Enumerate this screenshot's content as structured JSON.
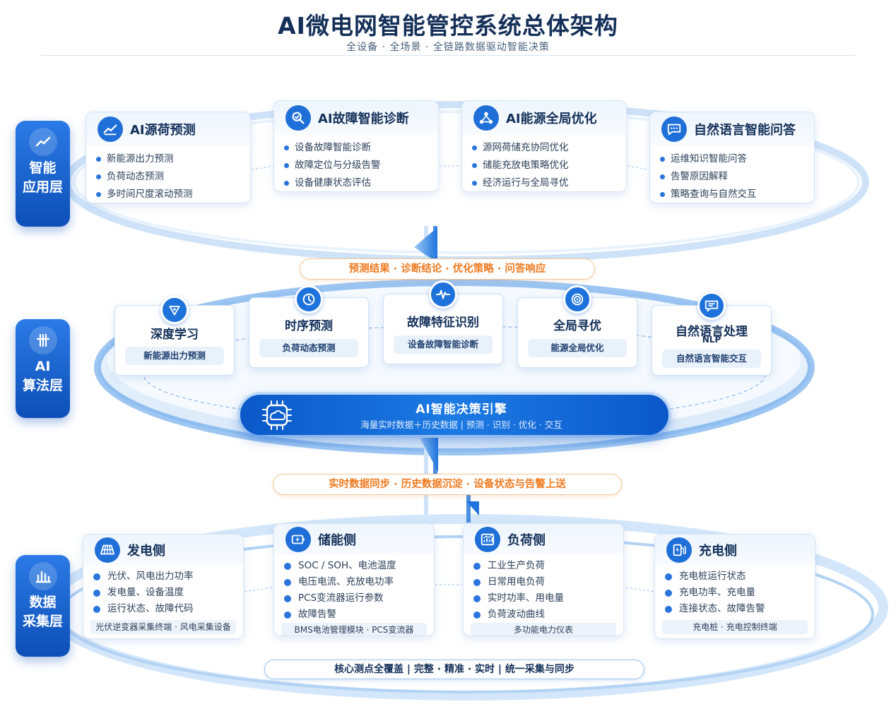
{
  "title": "AI微电网智能管控系统总体架构",
  "subtitle": "全设备 · 全场景 · 全链路数据驱动智能决策",
  "colors": {
    "primary": "#1f6fd8",
    "dark_blue": "#0d4fb7",
    "accent_orange": "#ee7a1f",
    "text_dark": "#14315a"
  },
  "layers": {
    "application": {
      "name": [
        "智能",
        "应用层"
      ],
      "icon": "trend-chart-icon"
    },
    "algorithm": {
      "name": [
        "AI",
        "算法层"
      ],
      "icon": "hash-grid-icon"
    },
    "data": {
      "name": [
        "数据",
        "采集层"
      ],
      "icon": "bar-chart-icon"
    }
  },
  "app_cards": [
    {
      "title": "AI源荷预测",
      "icon": "trend-chart-icon",
      "items": [
        "新能源出力预测",
        "负荷动态预测",
        "多时间尺度滚动预测"
      ]
    },
    {
      "title": "AI故障智能诊断",
      "icon": "magnifier-check-icon",
      "items": [
        "设备故障智能诊断",
        "故障定位与分级告警",
        "设备健康状态评估"
      ]
    },
    {
      "title": "AI能源全局优化",
      "icon": "network-nodes-icon",
      "items": [
        "源网荷储充协同优化",
        "储能充放电策略优化",
        "经济运行与全局寻优"
      ]
    },
    {
      "title": "自然语言智能问答",
      "icon": "chat-bubble-icon",
      "items": [
        "运维知识智能问答",
        "告警原因解释",
        "策略查询与自然交互"
      ]
    }
  ],
  "upper_banner": "预测结果 · 诊断结论 · 优化策略 · 问答响应",
  "algo_cards": [
    {
      "title": "深度学习",
      "sub": "",
      "pill": "新能源出力预测",
      "icon": "neural-triangle-icon"
    },
    {
      "title": "时序预测",
      "sub": "",
      "pill": "负荷动态预测",
      "icon": "clock-icon"
    },
    {
      "title": "故障特征识别",
      "sub": "",
      "pill": "设备故障智能诊断",
      "icon": "waveform-icon"
    },
    {
      "title": "全局寻优",
      "sub": "",
      "pill": "能源全局优化",
      "icon": "target-icon"
    },
    {
      "title": "自然语言处理",
      "sub": "NLP",
      "pill": "自然语言智能交互",
      "icon": "chat-box-icon"
    }
  ],
  "engine": {
    "title": "AI智能决策引擎",
    "subtitle": "海量实时数据＋历史数据 | 预测 · 识别 · 优化 · 交互",
    "icon": "ai-chip-icon"
  },
  "lower_banner": "实时数据同步 · 历史数据沉淀 · 设备状态与告警上送",
  "data_cards": [
    {
      "title": "发电侧",
      "icon": "solar-panel-icon",
      "items": [
        "光伏、风电出力功率",
        "发电量、设备温度",
        "运行状态、故障代码"
      ],
      "foot": "光伏逆变器采集终端 · 风电采集设备"
    },
    {
      "title": "储能侧",
      "icon": "battery-bolt-icon",
      "items": [
        "SOC / SOH、电池温度",
        "电压电流、充放电功率",
        "PCS变流器运行参数",
        "故障告警"
      ],
      "foot": "BMS电池管理模块 · PCS变流器"
    },
    {
      "title": "负荷侧",
      "icon": "load-chart-icon",
      "items": [
        "工业生产负荷",
        "日常用电负荷",
        "实时功率、用电量",
        "负荷波动曲线"
      ],
      "foot": "多功能电力仪表"
    },
    {
      "title": "充电侧",
      "icon": "charging-pile-icon",
      "items": [
        "充电桩运行状态",
        "充电功率、充电量",
        "连接状态、故障告警"
      ],
      "foot": "充电桩 · 充电控制终端"
    }
  ],
  "bottom_banner": "核心测点全覆盖 | 完整 · 精准 · 实时 | 统一采集与同步"
}
